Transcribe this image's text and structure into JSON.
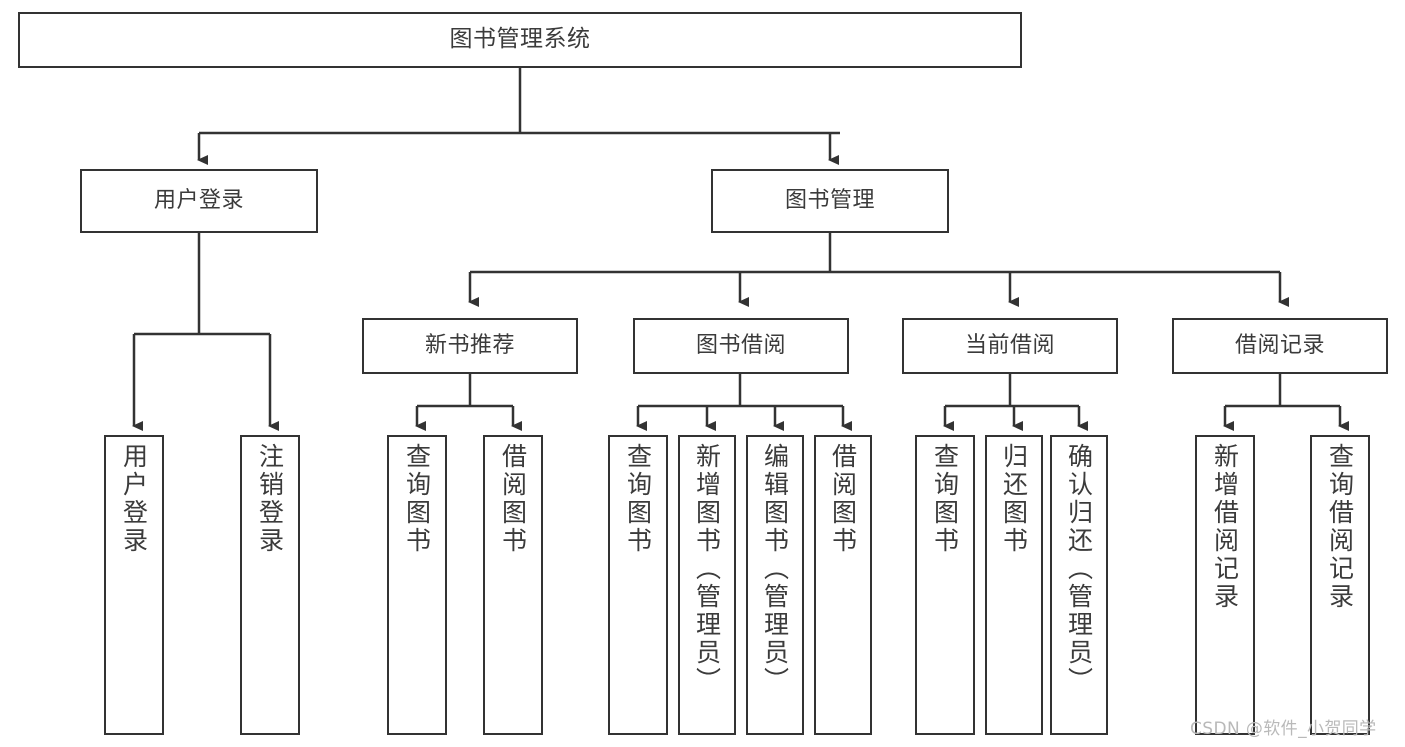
{
  "diagram": {
    "type": "hierarchy-tree",
    "title": "图书管理系统",
    "watermark": "CSDN @软件_小贺同学",
    "colors": {
      "stroke": "#333333",
      "text": "#3b3b3b",
      "background": "#ffffff",
      "watermark": "#b9b9b9"
    },
    "levels": {
      "root": {
        "label": "图书管理系统"
      },
      "level2": [
        {
          "label": "用户登录"
        },
        {
          "label": "图书管理"
        }
      ],
      "level3": [
        {
          "label": "新书推荐"
        },
        {
          "label": "图书借阅"
        },
        {
          "label": "当前借阅"
        },
        {
          "label": "借阅记录"
        }
      ],
      "leaves": [
        {
          "label": "用户登录",
          "parent": "用户登录"
        },
        {
          "label": "注销登录",
          "parent": "用户登录"
        },
        {
          "label": "查询图书",
          "parent": "新书推荐"
        },
        {
          "label": "借阅图书",
          "parent": "新书推荐"
        },
        {
          "label": "查询图书",
          "parent": "图书借阅"
        },
        {
          "label": "新增图书（管理员）",
          "parent": "图书借阅"
        },
        {
          "label": "编辑图书（管理员）",
          "parent": "图书借阅"
        },
        {
          "label": "借阅图书",
          "parent": "图书借阅"
        },
        {
          "label": "查询图书",
          "parent": "当前借阅"
        },
        {
          "label": "归还图书",
          "parent": "当前借阅"
        },
        {
          "label": "确认归还（管理员）",
          "parent": "当前借阅"
        },
        {
          "label": "新增借阅记录",
          "parent": "借阅记录"
        },
        {
          "label": "查询借阅记录",
          "parent": "借阅记录"
        }
      ]
    }
  }
}
